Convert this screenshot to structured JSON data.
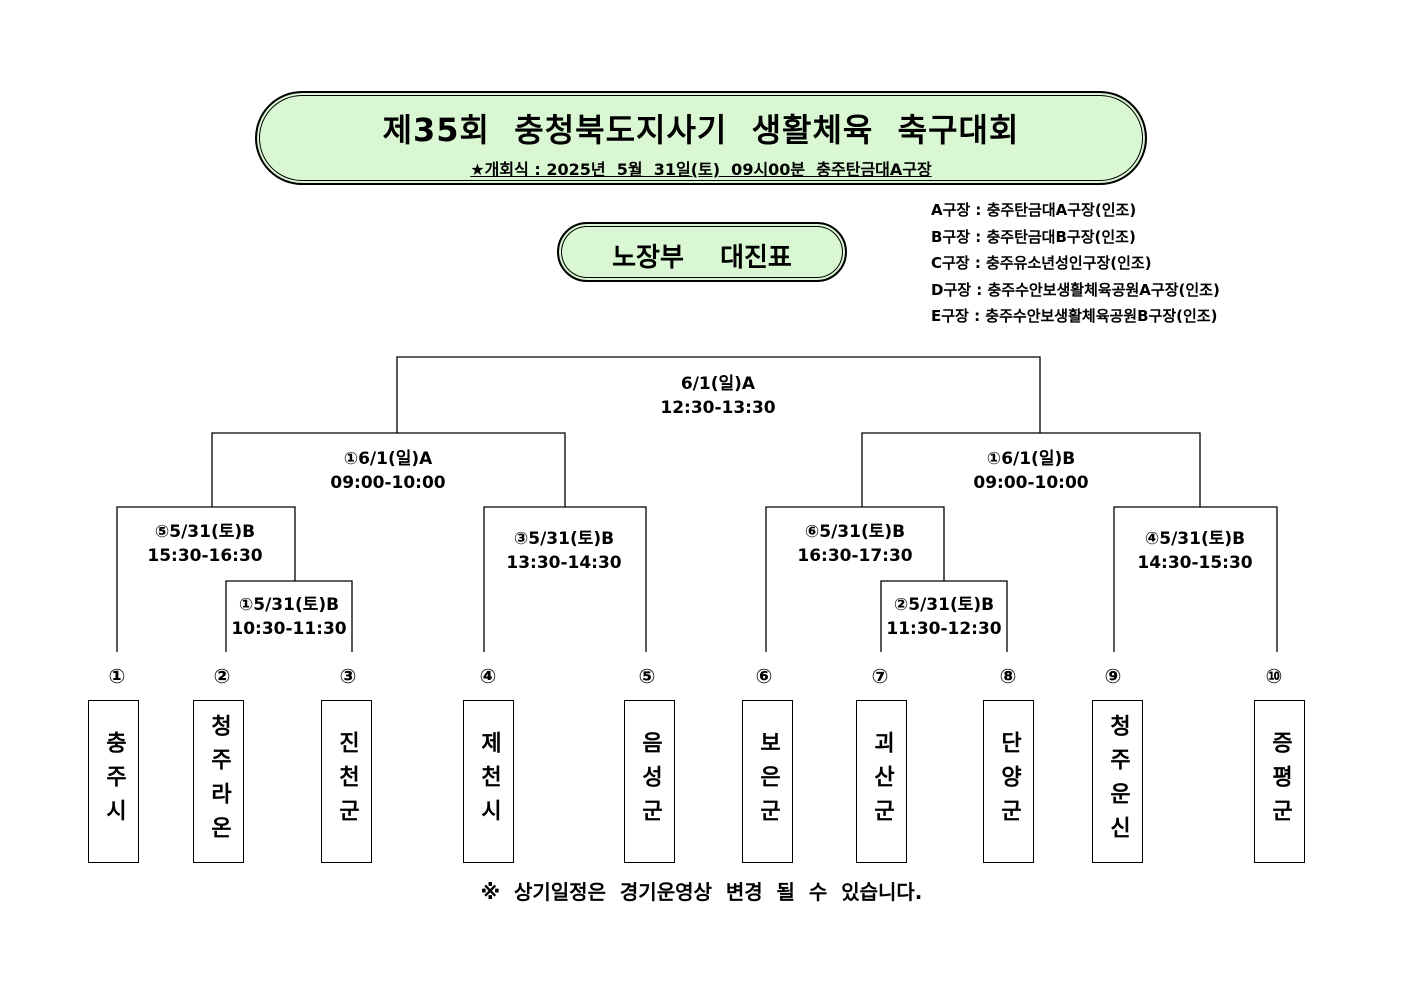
{
  "header": {
    "title": "제35회  충청북도지사기  생활체육  축구대회",
    "subtitle": "★개회식 : 2025년  5월  31일(토)  09시00분  충주탄금대A구장"
  },
  "division": {
    "title": "노장부    대진표"
  },
  "venues": [
    "A구장 : 충주탄금대A구장(인조)",
    "B구장 : 충주탄금대B구장(인조)",
    "C구장 : 충주유소년성인구장(인조)",
    "D구장 : 충주수안보생활체육공원A구장(인조)",
    "E구장 : 충주수안보생활체육공원B구장(인조)"
  ],
  "matches": {
    "final": {
      "line1": "6/1(일)A",
      "line2": "12:30-13:30"
    },
    "semi_left": {
      "line1": "①6/1(일)A",
      "line2": "09:00-10:00"
    },
    "semi_right": {
      "line1": "①6/1(일)B",
      "line2": "09:00-10:00"
    },
    "qf1": {
      "line1": "⑤5/31(토)B",
      "line2": "15:30-16:30"
    },
    "qf2": {
      "line1": "③5/31(토)B",
      "line2": "13:30-14:30"
    },
    "qf3": {
      "line1": "⑥5/31(토)B",
      "line2": "16:30-17:30"
    },
    "qf4": {
      "line1": "④5/31(토)B",
      "line2": "14:30-15:30"
    },
    "r1a": {
      "line1": "①5/31(토)B",
      "line2": "10:30-11:30"
    },
    "r1b": {
      "line1": "②5/31(토)B",
      "line2": "11:30-12:30"
    }
  },
  "teams": [
    {
      "seed": "①",
      "name": "충주시"
    },
    {
      "seed": "②",
      "name": "청주라온"
    },
    {
      "seed": "③",
      "name": "진천군"
    },
    {
      "seed": "④",
      "name": "제천시"
    },
    {
      "seed": "⑤",
      "name": "음성군"
    },
    {
      "seed": "⑥",
      "name": "보은군"
    },
    {
      "seed": "⑦",
      "name": "괴산군"
    },
    {
      "seed": "⑧",
      "name": "단양군"
    },
    {
      "seed": "⑨",
      "name": "청주운신"
    },
    {
      "seed": "⑩",
      "name": "증평군"
    }
  ],
  "notice": "※  상기일정은  경기운영상  변경  될  수  있습니다."
}
